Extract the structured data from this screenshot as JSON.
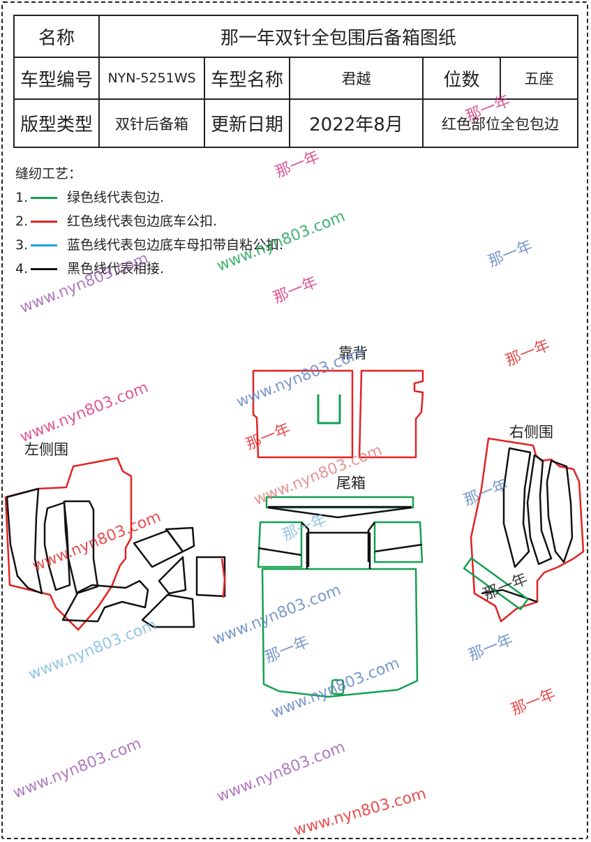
{
  "table": {
    "name_label": "名称",
    "name_value": "那一年双针全包围后备箱图纸",
    "model_code_label": "车型编号",
    "model_code_value": "NYN-5251WS",
    "model_name_label": "车型名称",
    "model_name_value": "君越",
    "seats_label": "位数",
    "seats_value": "五座",
    "type_label": "版型类型",
    "type_value": "双针后备箱",
    "date_label": "更新日期",
    "date_value": "2022年8月",
    "note_value": "红色部位全包包边"
  },
  "legend": {
    "title": "缝纫工艺：",
    "items": [
      {
        "num": "1.",
        "color": "#12a050",
        "text": "绿色线代表包边."
      },
      {
        "num": "2.",
        "color": "#e32222",
        "text": "红色线代表包边底车公扣."
      },
      {
        "num": "3.",
        "color": "#1aa3e0",
        "text": "蓝色线代表包边底车母扣带自粘公扣."
      },
      {
        "num": "4.",
        "color": "#111111",
        "text": "黑色线代表相接."
      }
    ]
  },
  "labels": {
    "backrest": "靠背",
    "trunk": "尾箱",
    "left_side": "左侧围",
    "right_side": "右侧围"
  },
  "watermarks": {
    "cn_text": "那一年",
    "url_text": "www.nyn803.com"
  },
  "colors": {
    "red": "#e32222",
    "green": "#12a050",
    "black": "#111111",
    "pink": "#d4307a",
    "purple": "#9a5ab0",
    "lightblue": "#7ab8e0",
    "blue": "#5a7fc0"
  }
}
